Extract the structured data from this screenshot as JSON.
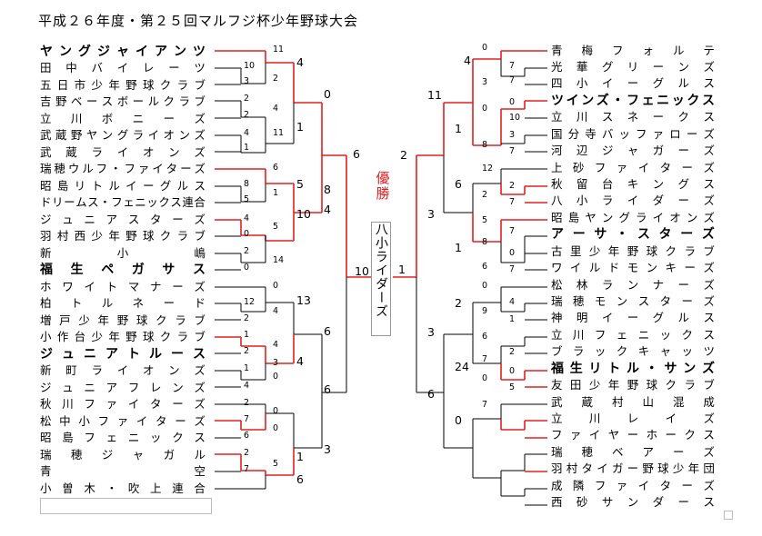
{
  "title": "平成２６年度・第２５回マルフジ杯少年野球大会",
  "champion_label": "優勝",
  "champion_team": "八小ライダーズ",
  "left_teams": [
    {
      "name": "ヤングジャイアンツ",
      "bold": true
    },
    {
      "name": "田中バイレーツ",
      "bold": false
    },
    {
      "name": "五日市少年野球クラブ",
      "bold": false
    },
    {
      "name": "吉野ベースボールクラブ",
      "bold": false
    },
    {
      "name": "立川ボニーズ",
      "bold": false
    },
    {
      "name": "武蔵野ヤングライオンズ",
      "bold": false
    },
    {
      "name": "武蔵ライオンズ",
      "bold": false
    },
    {
      "name": "瑞穂ウルフ・ファイターズ",
      "bold": false
    },
    {
      "name": "昭島リトルイーグルス",
      "bold": false
    },
    {
      "name": "ドリームス・フェニックス連合",
      "bold": false
    },
    {
      "name": "ジュニアスターズ",
      "bold": false
    },
    {
      "name": "羽村西少年野球クラブ",
      "bold": false
    },
    {
      "name": "新小嶋",
      "bold": false
    },
    {
      "name": "福生ペガサス",
      "bold": true
    },
    {
      "name": "ホワイトマナーズ",
      "bold": false
    },
    {
      "name": "柏トルネード",
      "bold": false
    },
    {
      "name": "増戸少年野球クラブ",
      "bold": false
    },
    {
      "name": "小作台少年野球クラブ",
      "bold": false
    },
    {
      "name": "ジュニアトルース",
      "bold": true
    },
    {
      "name": "新町ライオンズ",
      "bold": false
    },
    {
      "name": "ジュニアフレンズ",
      "bold": false
    },
    {
      "name": "秋川ファイターズ",
      "bold": false
    },
    {
      "name": "松中小ファイターズ",
      "bold": false
    },
    {
      "name": "昭島フェニックス",
      "bold": false
    },
    {
      "name": "瑞穂ジャガル",
      "bold": false
    },
    {
      "name": "青空",
      "bold": false
    },
    {
      "name": "小曽木・吹上連合",
      "bold": false
    }
  ],
  "right_teams": [
    {
      "name": "青梅フォルテ",
      "bold": false
    },
    {
      "name": "光華グリーンズ",
      "bold": false
    },
    {
      "name": "四小イーグルス",
      "bold": false
    },
    {
      "name": "ツインズ・フェニックス",
      "bold": true
    },
    {
      "name": "立川スネークス",
      "bold": false
    },
    {
      "name": "国分寺バッファローズ",
      "bold": false
    },
    {
      "name": "河辺ジャガーズ",
      "bold": false
    },
    {
      "name": "上砂ファイターズ",
      "bold": false
    },
    {
      "name": "秋留台キングス",
      "bold": false
    },
    {
      "name": "八小ライダーズ",
      "bold": false
    },
    {
      "name": "昭島ヤングライオンズ",
      "bold": false
    },
    {
      "name": "アーサ・スターズ",
      "bold": true
    },
    {
      "name": "古里少年野球クラブ",
      "bold": false
    },
    {
      "name": "ワイルドモンキーズ",
      "bold": false
    },
    {
      "name": "松林ランナーズ",
      "bold": false
    },
    {
      "name": "瑞穂モンスターズ",
      "bold": false
    },
    {
      "name": "神明イーグルス",
      "bold": false
    },
    {
      "name": "立川フェニックス",
      "bold": false
    },
    {
      "name": "ブラックキャッツ",
      "bold": false
    },
    {
      "name": "福生リトル・サンズ",
      "bold": true
    },
    {
      "name": "友田少年野球クラブ",
      "bold": false
    },
    {
      "name": "武蔵村山混成",
      "bold": false
    },
    {
      "name": "立川レイズ",
      "bold": false
    },
    {
      "name": "ファイヤーホークス",
      "bold": false
    },
    {
      "name": "瑞穂ベアーズ",
      "bold": false
    },
    {
      "name": "羽村タイガー野球少年団",
      "bold": false
    },
    {
      "name": "成隣ファイターズ",
      "bold": false
    },
    {
      "name": "西砂サンダース",
      "bold": false
    }
  ],
  "scores": [
    "11",
    "4",
    "10",
    "2",
    "3",
    "2",
    "4",
    "2",
    "0",
    "1",
    "4",
    "11",
    "1",
    "8",
    "6",
    "5",
    "8",
    "1",
    "5",
    "4",
    "5",
    "0",
    "10",
    "2",
    "14",
    "4",
    "0",
    "6",
    "10",
    "0",
    "13",
    "12",
    "4",
    "2",
    "1",
    "4",
    "2",
    "6",
    "3",
    "1",
    "0",
    "4",
    "4",
    "2",
    "0",
    "7",
    "0",
    "6",
    "2",
    "5",
    "7",
    "1",
    "6",
    "3",
    "6",
    "1",
    "2",
    "4",
    "0",
    "7",
    "3",
    "7",
    "11",
    "0",
    "0",
    "1",
    "10",
    "8",
    "3",
    "7",
    "6",
    "12",
    "2",
    "2",
    "7",
    "3",
    "5",
    "7",
    "1",
    "8",
    "0",
    "7",
    "6",
    "2",
    "0",
    "4",
    "9",
    "1",
    "3",
    "6",
    "2",
    "24",
    "7",
    "0",
    "0",
    "5",
    "6",
    "0",
    "7"
  ],
  "colors": {
    "winner_line": "#e02020",
    "loser_line": "#000000",
    "accent_text": "#e02020"
  }
}
